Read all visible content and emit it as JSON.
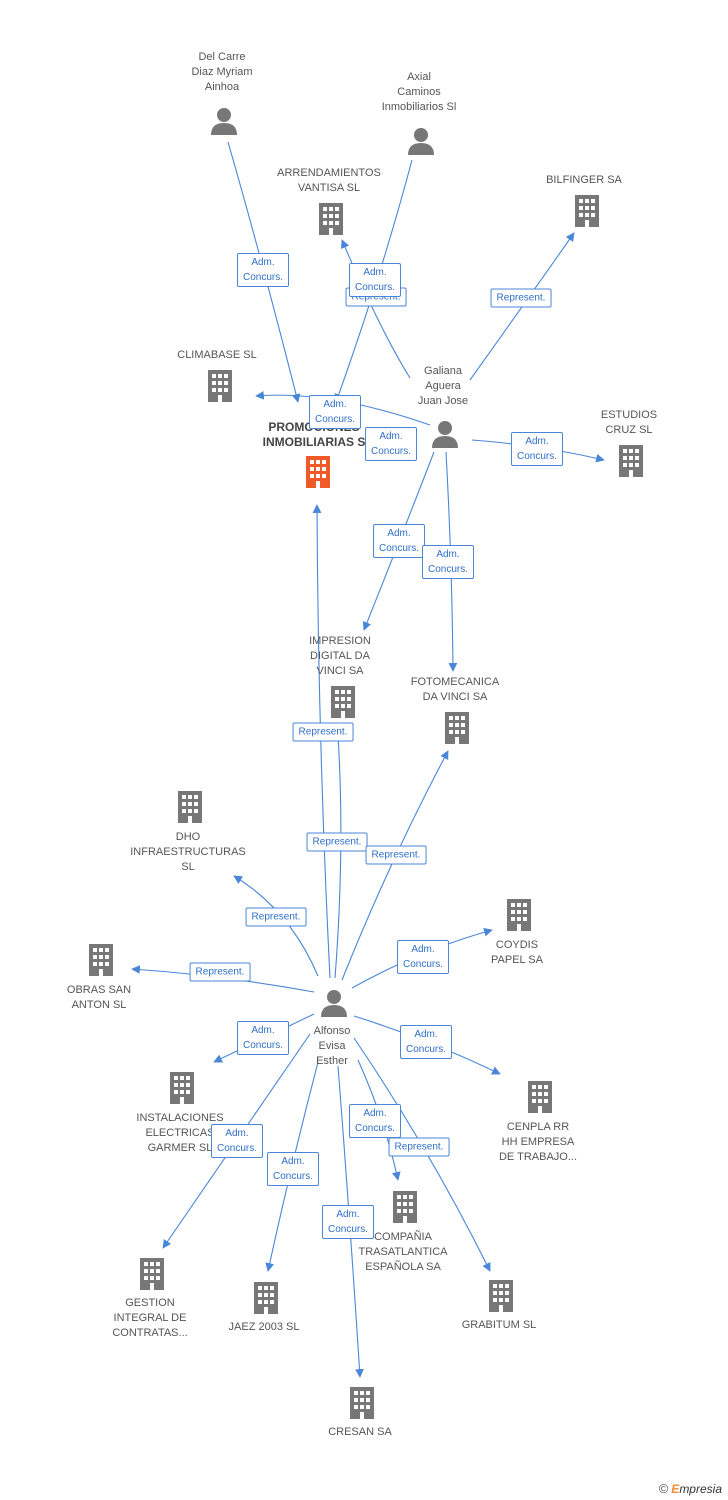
{
  "nodes": {
    "main": "PROMOCIONES INMOBILIARIAS S",
    "delcarre": "Del Carre\nDiaz Myriam\nAinhoa",
    "axial": "Axial\nCaminos\nInmobiliarios Sl",
    "arrendamientos": "ARRENDAMIENTOS\nVANTISA SL",
    "bilfinger": "BILFINGER SA",
    "climabase": "CLIMABASE SL",
    "galiana": "Galiana\nAguera\nJuan Jose",
    "estudios": "ESTUDIOS\nCRUZ SL",
    "impresion": "IMPRESION\nDIGITAL DA\nVINCI SA",
    "fotomecanica": "FOTOMECANICA\nDA VINCI SA",
    "dho": "DHO\nINFRAESTRUCTURAS\nSL",
    "coydis": "COYDIS\nPAPEL SA",
    "obras": "OBRAS SAN\nANTON SL",
    "alfonso": "Alfonso\nEvisa\nEsther",
    "instalaciones": "INSTALACIONES\nELECTRICAS\nGARMER SL",
    "cenpla": "CENPLA RR\nHH EMPRESA\nDE TRABAJO...",
    "compania": "COMPAÑIA\nTRASATLANTICA\nESPAÑOLA SA",
    "gestion": "GESTION\nINTEGRAL DE\nCONTRATAS...",
    "jaez": "JAEZ 2003 SL",
    "grabitum": "GRABITUM SL",
    "cresan": "CRESAN SA"
  },
  "edge_labels": {
    "adm": "Adm.\nConcurs.",
    "rep": "Represent."
  },
  "footer": {
    "copyright": "©",
    "brand_e": "E",
    "brand_rest": "mpresia"
  },
  "colors": {
    "edge": "#4a86d8",
    "node_icon": "#777777",
    "main_icon": "#f05a28"
  }
}
